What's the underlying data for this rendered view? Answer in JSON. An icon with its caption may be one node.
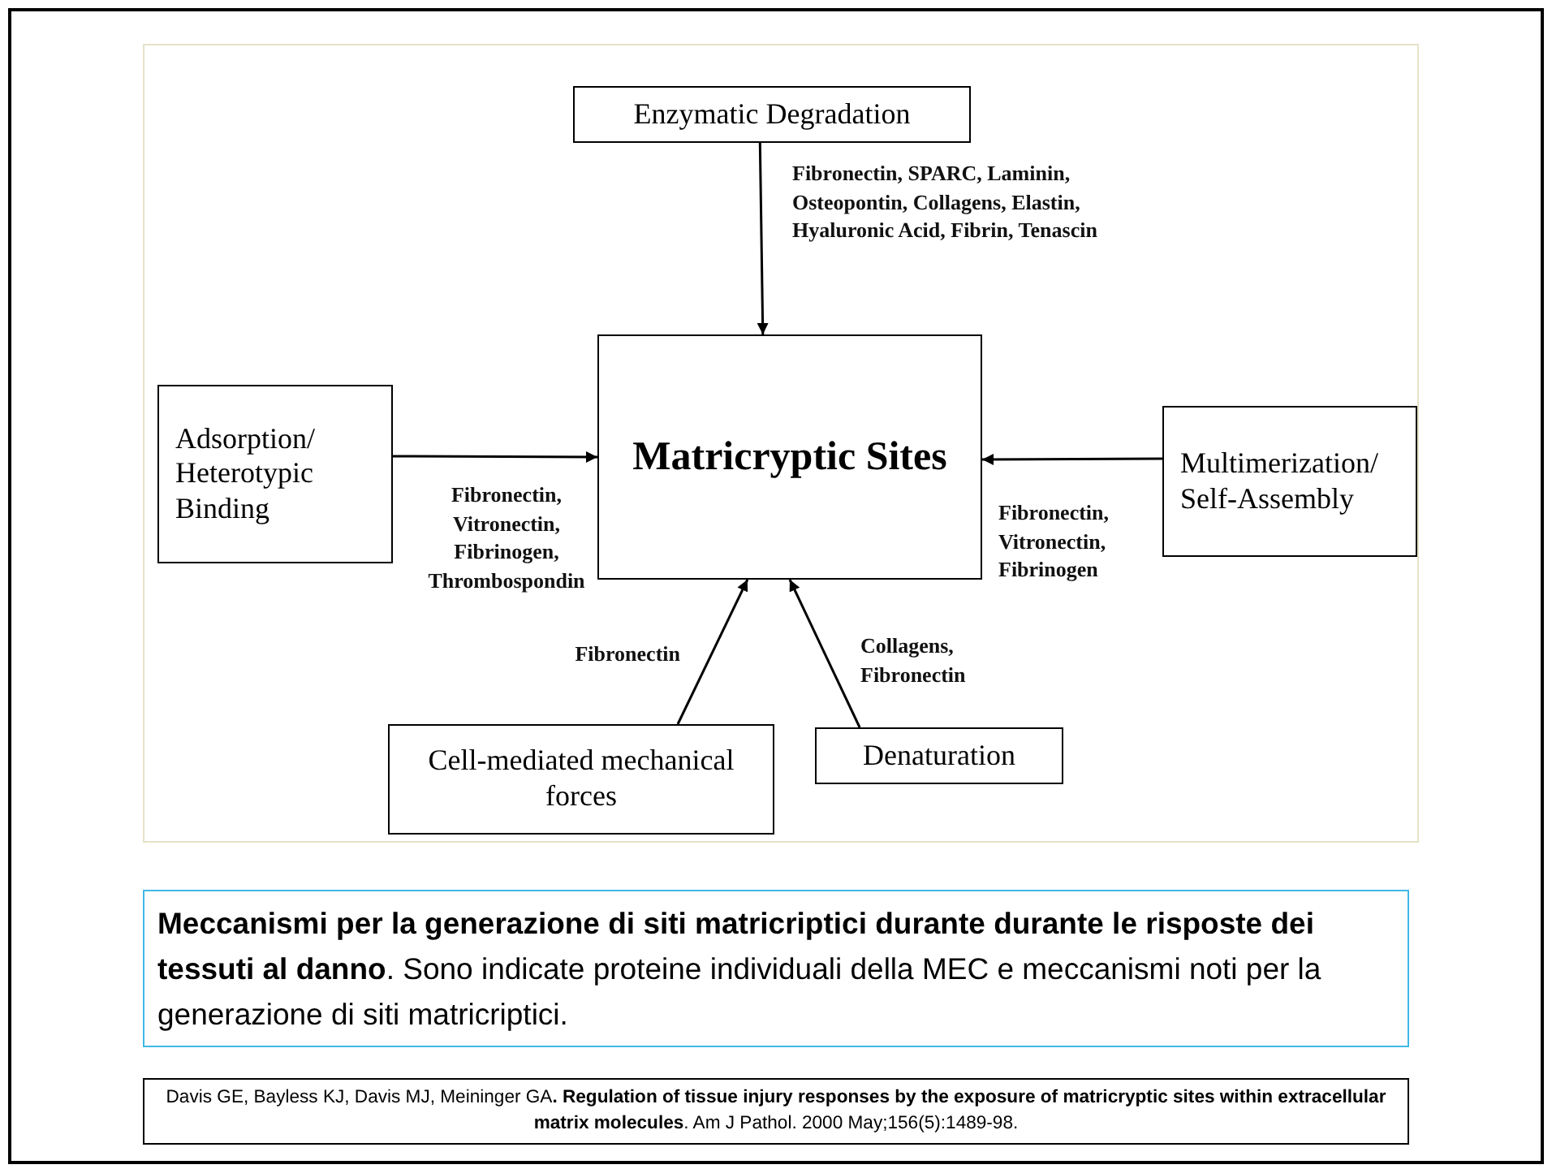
{
  "diagram": {
    "caption": "**Meccanismi per la generazione di siti matricriptici durante durante le risposte dei tessuti al danno**. Sono indicate proteine individuali della MEC e meccanismi noti per la generazione di siti matricriptici.",
    "nodes": [
      {
        "text": [
          "Enzymatic Degradation"
        ]
      },
      {
        "text": [
          "Matricryptic Sites"
        ]
      },
      {
        "text": [
          "Adsorption/ Heterotypic Binding"
        ]
      },
      {
        "text": [
          "Multimerization/ Self-Assembly"
        ]
      },
      {
        "text": [
          "Cell-mediated mechanical forces"
        ]
      },
      {
        "text": [
          "Denaturation"
        ]
      }
    ],
    "edges": [
      {
        "from": 0,
        "to": 1,
        "arrow": "to",
        "label": "Fibronectin, SPARC, Laminin, Osteopontin, Collagens, Elastin, Hyaluronic Acid, Fibrin, Tenascin"
      },
      {
        "from": 2,
        "to": 1,
        "arrow": "to",
        "label": "Fibronectin, Vitronectin, Fibrinogen, Thrombospondin"
      },
      {
        "from": 3,
        "to": 1,
        "arrow": "to",
        "label": "Fibronectin, Vitronectin, Fibrinogen"
      },
      {
        "from": 4,
        "to": 1,
        "arrow": "to",
        "label": "Fibronectin"
      },
      {
        "from": 5,
        "to": 1,
        "arrow": "to",
        "label": "Collagens, Fibronectin"
      }
    ],
    "labels": [
      "Davis GE, Bayless KJ, Davis MJ, Meininger GA**. Regulation of tissue injury responses by the exposure of matricryptic sites within extracellular matrix molecules**. Am J Pathol. 2000 May;156(5):1489-98."
    ]
  }
}
